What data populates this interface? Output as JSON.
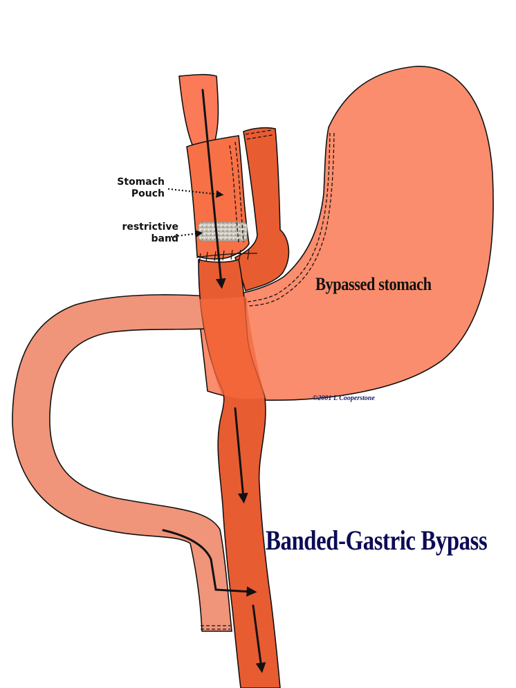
{
  "labels": {
    "stomach_pouch_line1": "Stomach",
    "stomach_pouch_line2": "Pouch",
    "restrictive_band_line1": "restrictive",
    "restrictive_band_line2": "band",
    "bypassed_stomach": "Bypassed stomach",
    "copyright": "©2001 L Cooperstone",
    "title": "Banded-Gastric Bypass"
  },
  "colors": {
    "bypassed_stomach": "#fa8d6d",
    "roux_limb": "#f0947a",
    "esophagus": "#fb7a58",
    "pouch": "#f77046",
    "common_channel": "#e85c32",
    "band": "#cbc6bc",
    "outline": "#111111",
    "title_text": "#0b0b55"
  }
}
